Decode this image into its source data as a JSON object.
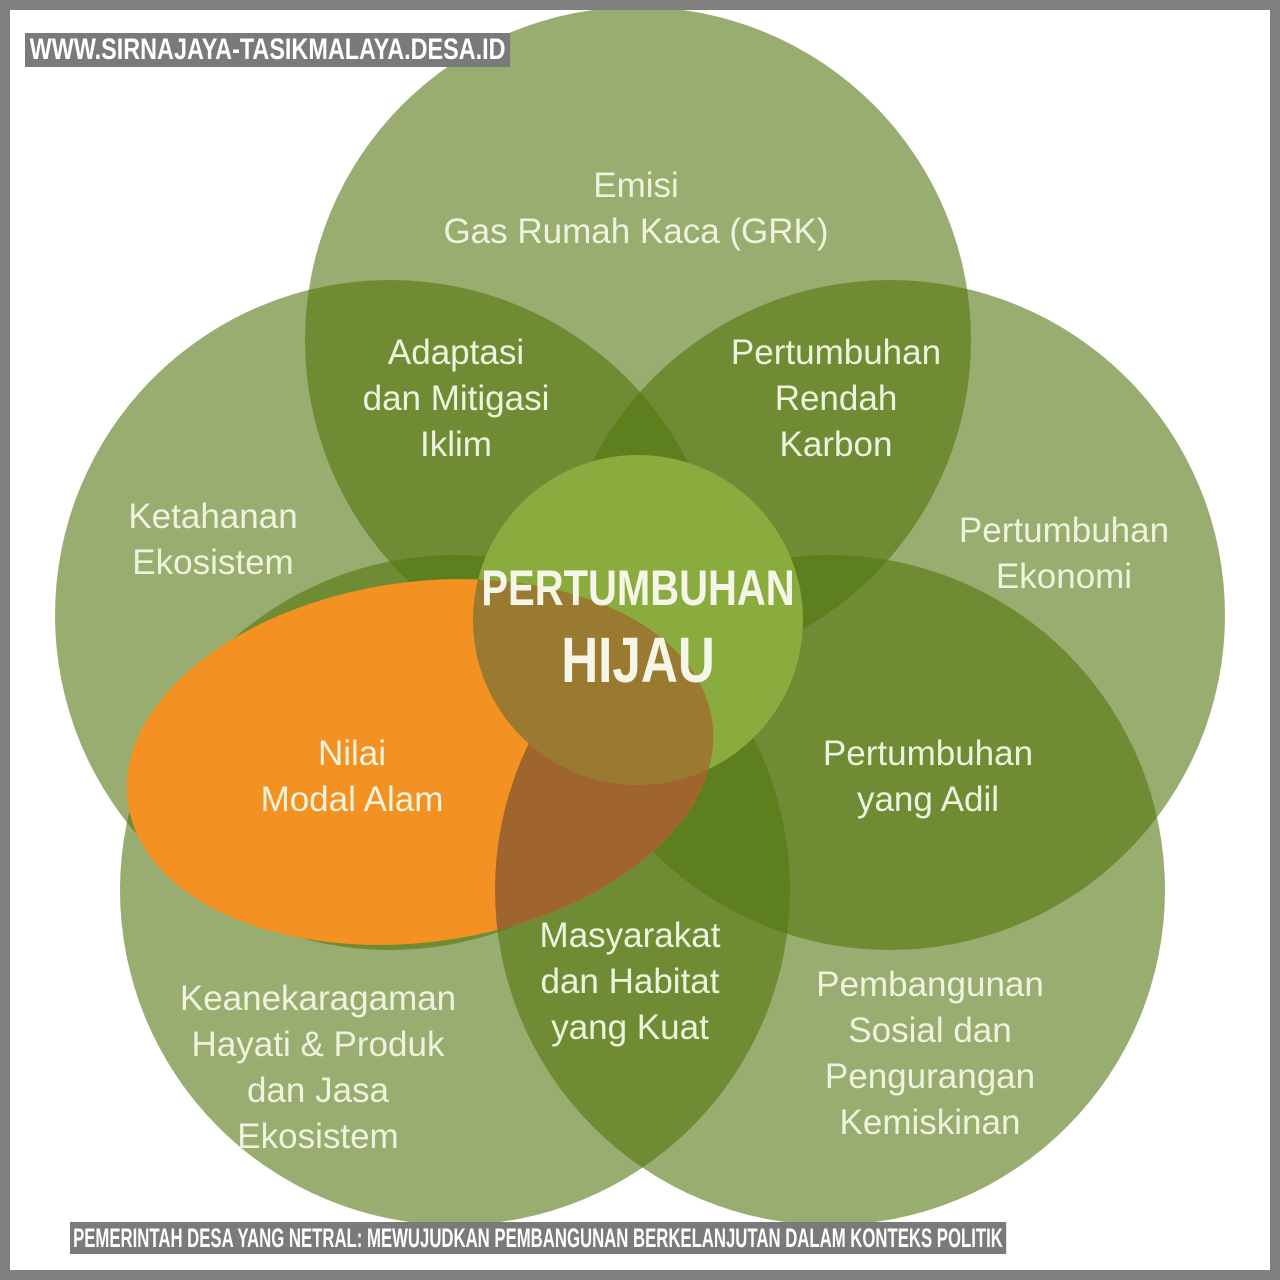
{
  "watermark": "WWW.SIRNAJAYA-TASIKMALAYA.DESA.ID",
  "caption": "PEMERINTAH DESA YANG NETRAL: MEWUJUDKAN PEMBANGUNAN BERKELANJUTAN DALAM KONTEKS POLITIK",
  "center": {
    "line1": "PERTUMBUHAN",
    "line2": "HIJAU"
  },
  "labels": {
    "top": "Emisi\nGas Rumah Kaca (GRK)",
    "adaptasi": "Adaptasi\ndan Mitigasi\nIklim",
    "rendah": "Pertumbuhan\nRendah\nKarbon",
    "ketahanan": "Ketahanan\nEkosistem",
    "ekonomi": "Pertumbuhan\nEkonomi",
    "nilai": "Nilai\nModal Alam",
    "adil": "Pertumbuhan\nyang Adil",
    "masyarakat": "Masyarakat\ndan Habitat\nyang Kuat",
    "keanekaragaman": "Keanekaragaman\nHayati & Produk\ndan Jasa\nEkosistem",
    "sosial": "Pembangunan\nSosial dan\nPengurangan\nKemiskinan"
  },
  "colors": {
    "circle": "#53760f",
    "center": "#8aab3d",
    "orange": "#f39222"
  }
}
